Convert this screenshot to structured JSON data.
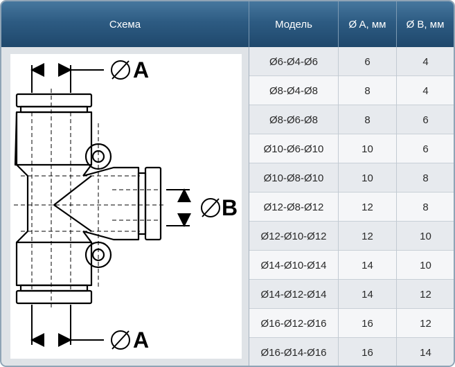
{
  "table": {
    "headers": [
      "Схема",
      "Модель",
      "Ø A, мм",
      "Ø B, мм"
    ],
    "rows": [
      {
        "model": "Ø6-Ø4-Ø6",
        "a": "6",
        "b": "4"
      },
      {
        "model": "Ø8-Ø4-Ø8",
        "a": "8",
        "b": "4"
      },
      {
        "model": "Ø8-Ø6-Ø8",
        "a": "8",
        "b": "6"
      },
      {
        "model": "Ø10-Ø6-Ø10",
        "a": "10",
        "b": "6"
      },
      {
        "model": "Ø10-Ø8-Ø10",
        "a": "10",
        "b": "8"
      },
      {
        "model": "Ø12-Ø8-Ø12",
        "a": "12",
        "b": "8"
      },
      {
        "model": "Ø12-Ø10-Ø12",
        "a": "12",
        "b": "10"
      },
      {
        "model": "Ø14-Ø10-Ø14",
        "a": "14",
        "b": "10"
      },
      {
        "model": "Ø14-Ø12-Ø14",
        "a": "14",
        "b": "12"
      },
      {
        "model": "Ø16-Ø12-Ø16",
        "a": "16",
        "b": "12"
      },
      {
        "model": "Ø16-Ø14-Ø16",
        "a": "16",
        "b": "14"
      }
    ]
  },
  "drawing": {
    "label_a_top": "A",
    "label_b": "B",
    "label_a_bottom": "A"
  },
  "colors": {
    "header_top": "#46779e",
    "header_bottom": "#1f486c",
    "border": "#8fa4b6"
  }
}
